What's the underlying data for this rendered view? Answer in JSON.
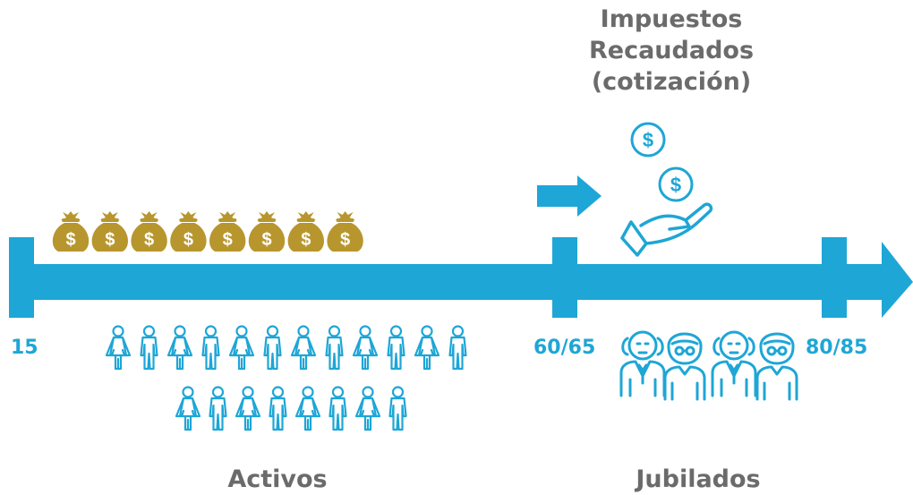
{
  "colors": {
    "blue": "#1ea6d6",
    "gold": "#b8962e",
    "gray": "#6b6b6b"
  },
  "title_lines": [
    "Impuestos",
    "Recaudados",
    "(cotización)"
  ],
  "ticks": {
    "start": "15",
    "retirement": "60/65",
    "end": "80/85"
  },
  "labels": {
    "active": "Activos",
    "retired": "Jubilados"
  },
  "icons": {
    "money_bag": "money-bag-icon",
    "coin": "dollar-coin-icon",
    "hand": "hand-receiving-icon",
    "person_male": "male-person-icon",
    "person_female": "female-person-icon",
    "elderly_man": "elderly-man-icon",
    "elderly_woman": "elderly-woman-icon",
    "arrow": "arrow-right-icon"
  },
  "money_bag_symbol": "$",
  "coin_symbol": "$"
}
